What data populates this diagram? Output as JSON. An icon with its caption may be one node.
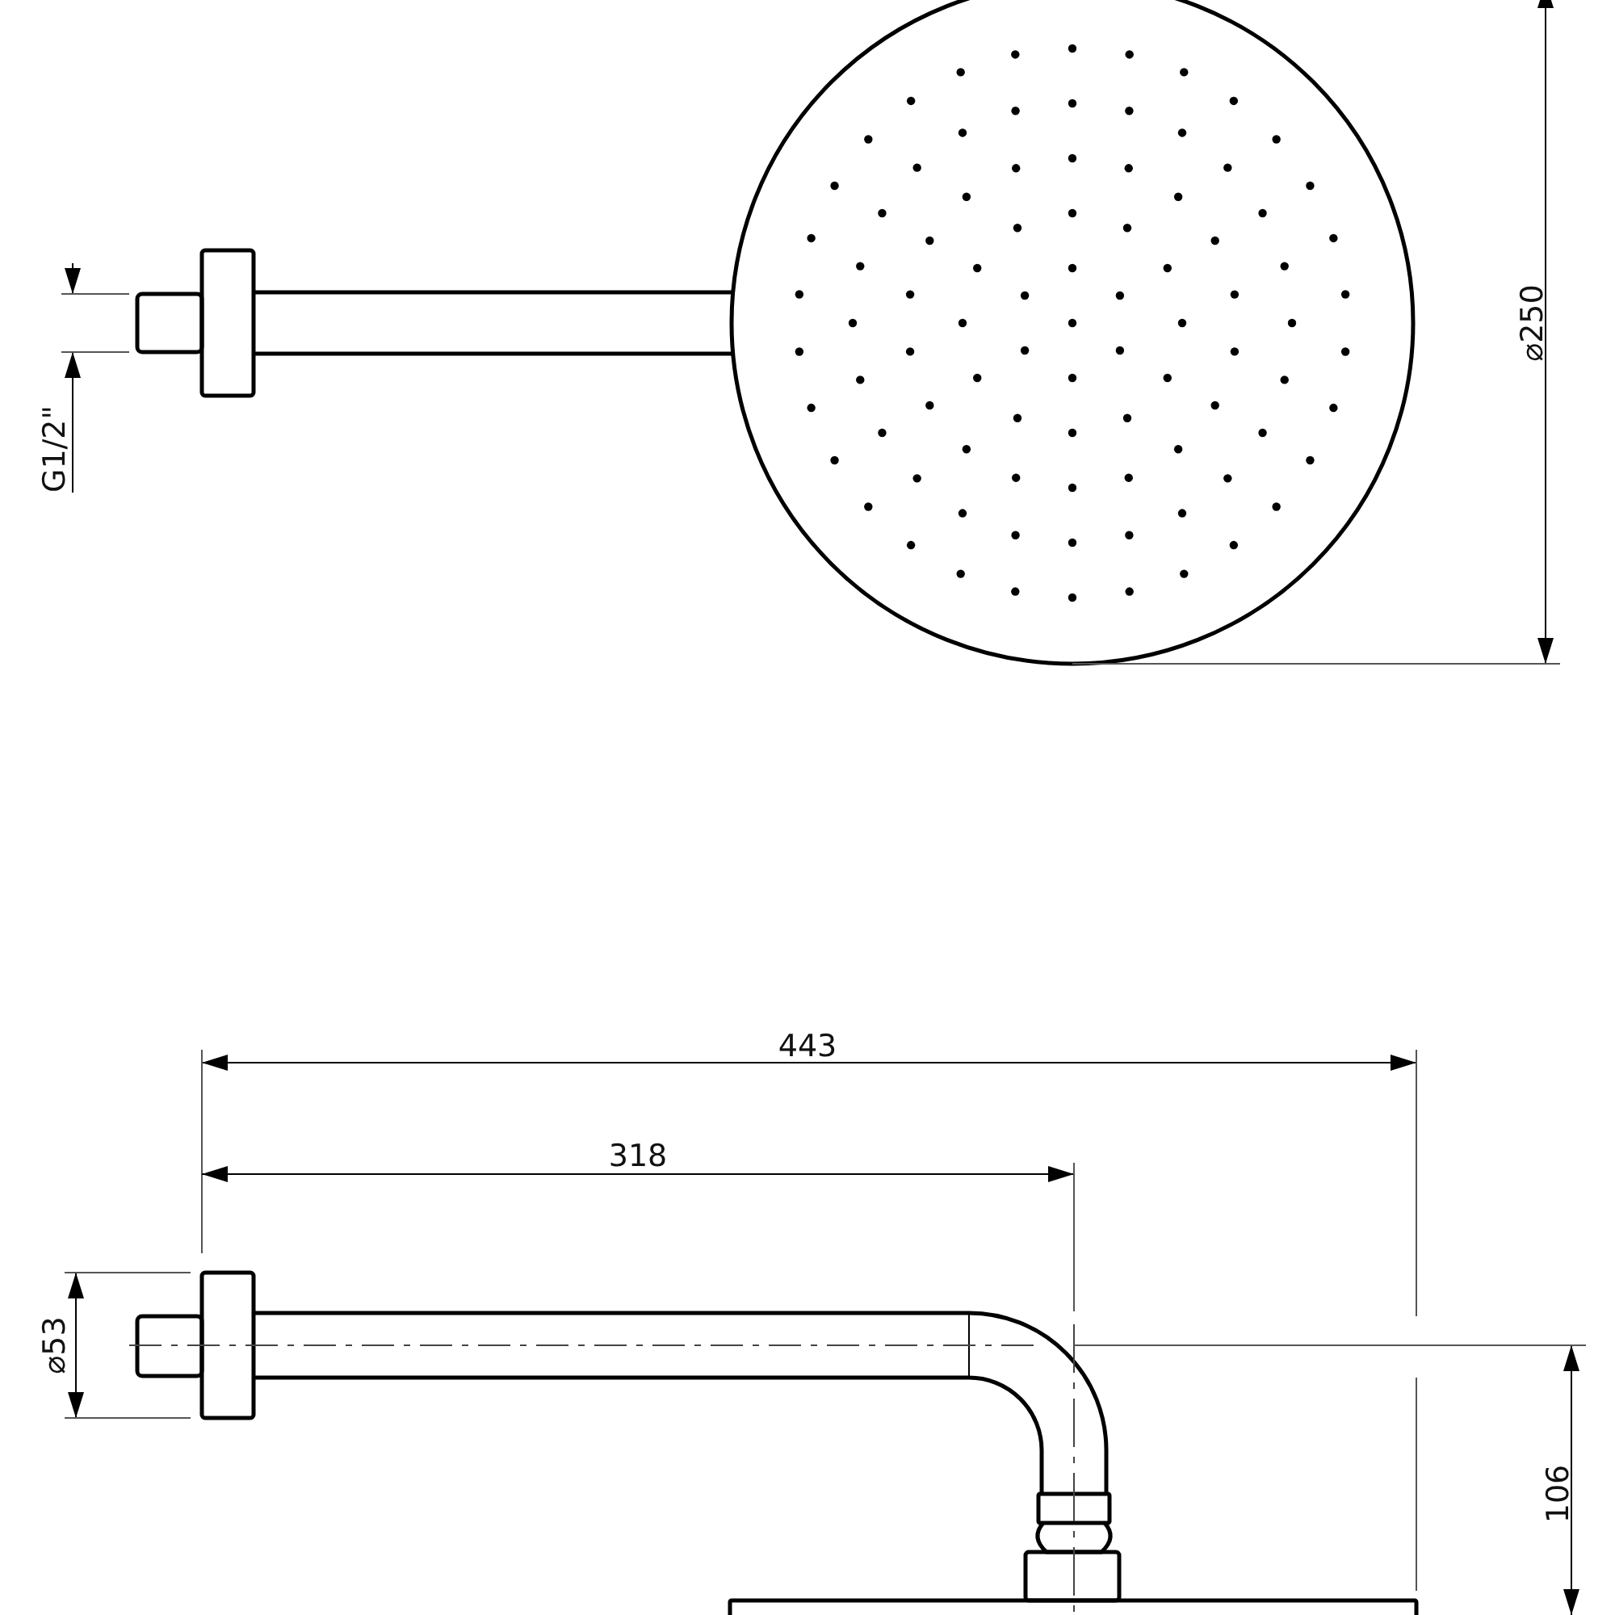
{
  "diagram": {
    "labels": [
      "⌀250",
      "G1/2\"",
      "443",
      "318",
      "⌀53",
      "106"
    ]
  }
}
